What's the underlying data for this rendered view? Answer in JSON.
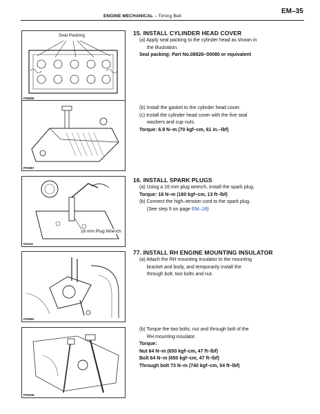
{
  "header": {
    "section": "ENGINE MECHANICAL",
    "separator": "–",
    "subsection": "Timing Belt",
    "page_code": "EM–35"
  },
  "figures": [
    {
      "id": "P05896",
      "callout": "Seal Packing"
    },
    {
      "id": "P00987",
      "callout": ""
    },
    {
      "id": "I01444",
      "callout": "16 mm Plug Wrench"
    },
    {
      "id": "P00982",
      "callout": ""
    },
    {
      "id": "P00206",
      "callout": ""
    }
  ],
  "steps": {
    "s15": {
      "title": "15. INSTALL CYLINDER HEAD COVER",
      "a_line1": "(a) Apply seal packing to the cylinder head as shown in",
      "a_line2": "the illustration.",
      "seal_spec": "Seal packing: Part No.08826–00080 or equivalent",
      "b_line": "(b) Install the gasket to the cylinder head cover.",
      "c_line1": "(c) Install the cylinder head cover with the five seal",
      "c_line2": "washers and cup nuts.",
      "torque": "Torque: 6.9 N–m (70 kgf–cm, 61 in.–lbf)"
    },
    "s16": {
      "title": "16. INSTALL SPARK PLUGS",
      "a_line": "(a) Using a 16 mm plug wrench, install the spark plug.",
      "torque": "Torque: 18 N–m (180 kgf–cm, 13 ft–lbf)",
      "b_line": "(b) Connect the high–tension cord to the spark plug.",
      "see_prefix": "(See step 9 on page ",
      "see_link": "EM–18",
      "see_suffix": ")"
    },
    "s77": {
      "title": "77. INSTALL RH ENGINE MOUNTING INSULATOR",
      "a_line1": "(a) Attach the RH mounting insulator to the mounting",
      "a_line2": "bracket and body, and temporarily install the",
      "a_line3": "through bolt, two bolts and nut.",
      "b_line1": "(b) Torque the two bolts, nut and through bolt of the",
      "b_line2": "RH mounting insulator.",
      "torque_label": "Torque:",
      "nut": "Nut 64 N–m (650 kgf–cm, 47 ft–lbf)",
      "bolt": "Bolt 64 N–m (650 kgf–cm, 47 ft–lbf)",
      "through_bolt": "Through bolt 73 N–m (740 kgf–cm, 54 ft–lbf)"
    }
  }
}
